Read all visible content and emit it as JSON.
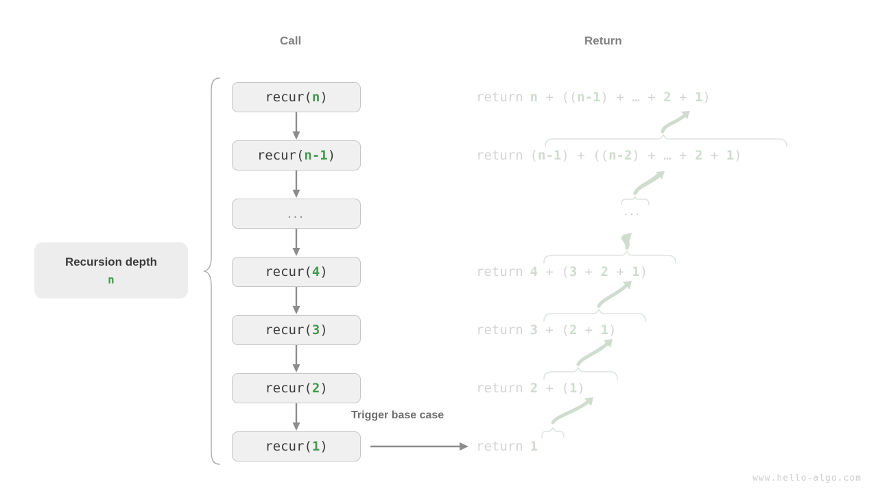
{
  "headers": {
    "call": "Call",
    "return": "Return"
  },
  "depth": {
    "title": "Recursion depth",
    "value": "n"
  },
  "trigger": {
    "label": "Trigger base case"
  },
  "call_stack": [
    {
      "prefix": "recur(",
      "arg": "n",
      "suffix": ")",
      "dots": false
    },
    {
      "prefix": "recur(",
      "arg": "n-1",
      "suffix": ")",
      "dots": false
    },
    {
      "prefix": "",
      "arg": "",
      "suffix": "",
      "dots": true,
      "text": "..."
    },
    {
      "prefix": "recur(",
      "arg": "4",
      "suffix": ")",
      "dots": false
    },
    {
      "prefix": "recur(",
      "arg": "3",
      "suffix": ")",
      "dots": false
    },
    {
      "prefix": "recur(",
      "arg": "2",
      "suffix": ")",
      "dots": false
    },
    {
      "prefix": "recur(",
      "arg": "1",
      "suffix": ")",
      "dots": false
    }
  ],
  "returns": [
    {
      "keyword": "return",
      "expr": "n + ((n-1) + … + 2 + 1)",
      "dots": false
    },
    {
      "keyword": "return",
      "expr": "(n-1) + ((n-2) + … + 2 + 1)",
      "dots": false
    },
    {
      "keyword": "",
      "expr": "...",
      "dots": true
    },
    {
      "keyword": "return",
      "expr": "4 + (3 + 2 + 1)",
      "dots": false
    },
    {
      "keyword": "return",
      "expr": "3 + (2 + 1)",
      "dots": false
    },
    {
      "keyword": "return",
      "expr": "2 + (1)",
      "dots": false
    },
    {
      "keyword": "return",
      "expr": "1",
      "dots": false
    }
  ],
  "watermark": "www.hello-algo.com",
  "colors": {
    "accent_green": "#45994f",
    "faded_green": "#cfdccf",
    "box_fill": "#f0f0f0",
    "box_border": "#c6c6c6",
    "text_gray": "#3c3c3c",
    "muted_gray": "#808080",
    "faded_gray": "#d4d4d4"
  }
}
